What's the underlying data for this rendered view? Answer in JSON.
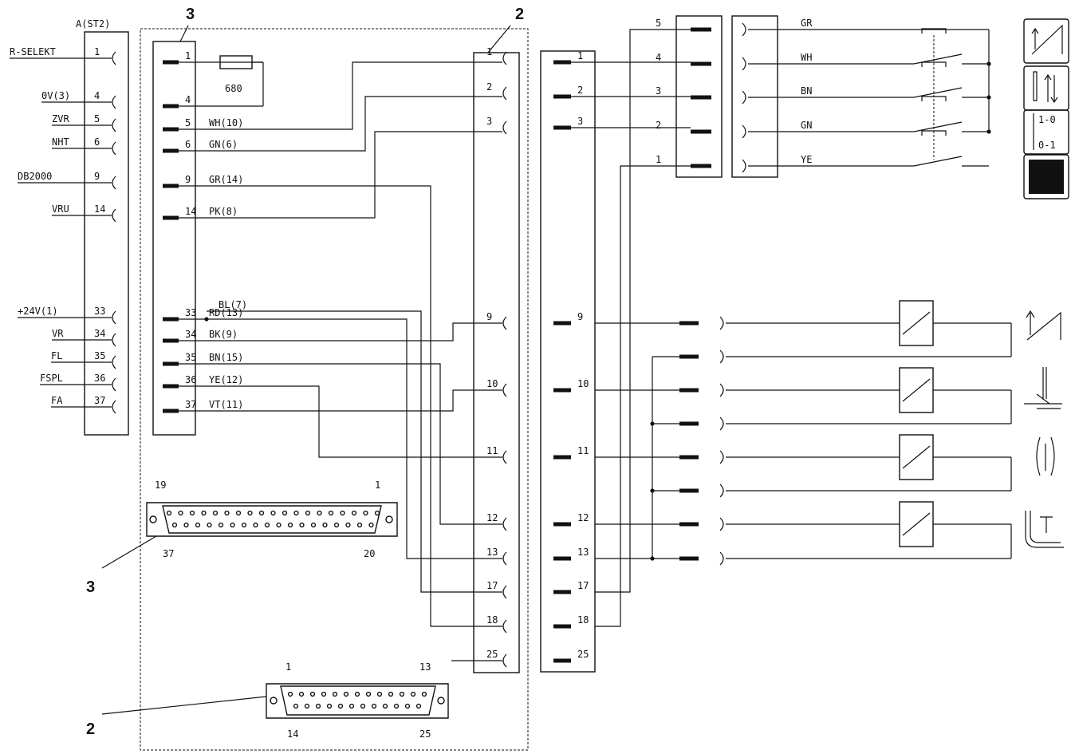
{
  "connector_a": {
    "title": "A(ST2)",
    "pins": [
      {
        "label": "R-SELEKT",
        "num": "1"
      },
      {
        "label": "0V(3)",
        "num": "4"
      },
      {
        "label": "ZVR",
        "num": "5"
      },
      {
        "label": "NHT",
        "num": "6"
      },
      {
        "label": "DB2000",
        "num": "9"
      },
      {
        "label": "VRU",
        "num": "14"
      },
      {
        "label": "+24V(1)",
        "num": "33"
      },
      {
        "label": "VR",
        "num": "34"
      },
      {
        "label": "FL",
        "num": "35"
      },
      {
        "label": "FSPL",
        "num": "36"
      },
      {
        "label": "FA",
        "num": "37"
      }
    ]
  },
  "connector_3": {
    "callout": "3",
    "pins": [
      {
        "num": "1",
        "wire": ""
      },
      {
        "num": "4",
        "wire": ""
      },
      {
        "num": "5",
        "wire": "WH(10)"
      },
      {
        "num": "6",
        "wire": "GN(6)"
      },
      {
        "num": "9",
        "wire": "GR(14)"
      },
      {
        "num": "14",
        "wire": "PK(8)"
      },
      {
        "num": "33",
        "wire": "RD(13)"
      },
      {
        "num": "34",
        "wire": "BK(9)"
      },
      {
        "num": "35",
        "wire": "BN(15)"
      },
      {
        "num": "36",
        "wire": "YE(12)"
      },
      {
        "num": "37",
        "wire": "VT(11)"
      }
    ],
    "extra_wire": "BL(7)",
    "resistor": "680"
  },
  "connector_2": {
    "callout": "2",
    "pins": [
      "1",
      "2",
      "3",
      "9",
      "10",
      "11",
      "12",
      "13",
      "17",
      "18",
      "25"
    ]
  },
  "connector_right": {
    "pins": [
      "1",
      "2",
      "3",
      "9",
      "10",
      "11",
      "12",
      "13",
      "17",
      "18",
      "25"
    ]
  },
  "switch_block": {
    "left_pins": [
      "5",
      "4",
      "3",
      "2",
      "1"
    ],
    "wire_colors": [
      "GR",
      "WH",
      "BN",
      "GN",
      "YE"
    ]
  },
  "dsub37": {
    "top_left": "19",
    "top_right": "1",
    "bottom_left": "37",
    "bottom_right": "20",
    "callout": "3"
  },
  "dsub25": {
    "top_left": "1",
    "top_right": "13",
    "bottom_left": "14",
    "bottom_right": "25",
    "callout": "2"
  },
  "icons": {
    "panel": [
      "stitch-zigzag-icon",
      "needle-position-icon",
      "toggle-1-0-icon",
      "filled-square-icon"
    ],
    "panel_text_1": "1-0",
    "panel_text_2": "0-1",
    "solenoids": [
      "stitch-zigzag-icon",
      "thread-cutter-icon",
      "thread-clamp-icon",
      "presser-foot-lift-icon"
    ]
  }
}
